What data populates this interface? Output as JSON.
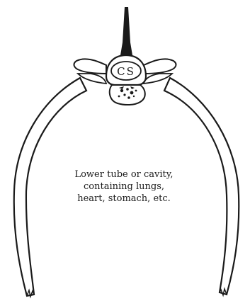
{
  "diagram": {
    "vertebra_label": "CS",
    "caption_lines": [
      "Lower tube or cavity,",
      "containing lungs,",
      "heart, stomach, etc."
    ],
    "colors": {
      "ink": "#1a1a1a",
      "paper": "#ffffff"
    }
  }
}
